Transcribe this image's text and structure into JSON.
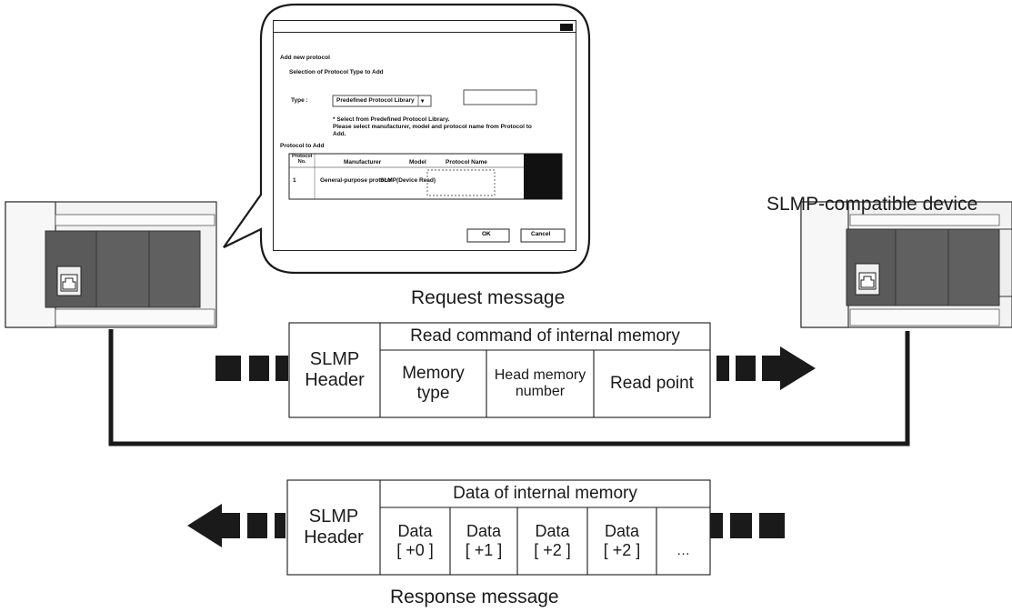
{
  "device_label": "SLMP-compatible device",
  "request": {
    "caption": "Request message",
    "header_label": "SLMP\nHeader",
    "group_title": "Read command of internal memory",
    "fields": [
      "Memory\ntype",
      "Head memory\nnumber",
      "Read point"
    ]
  },
  "response": {
    "caption": "Response message",
    "header_label": "SLMP\nHeader",
    "group_title": "Data of internal memory",
    "fields": [
      "Data\n[ +0 ]",
      "Data\n[ +1 ]",
      "Data\n[ +2 ]",
      "Data\n[ +2 ]",
      "…"
    ]
  },
  "dialog": {
    "title": "Add new protocol",
    "section_title": "Selection of Protocol Type to Add",
    "type_label": "Type :",
    "type_value": "Predefined Protocol Library",
    "hint": "* Select from Predefined Protocol Library.\nPlease select manufacturer, model and protocol name from Protocol to\nAdd.",
    "protocol_to_add_label": "Protocol to Add",
    "table_headers": [
      "Protocol\nNo.",
      "Manufacturer",
      "Model",
      "Protocol Name"
    ],
    "table_row": [
      "1",
      "General-purpose protocol",
      "SLMP(Device Read)",
      ""
    ],
    "ok_label": "OK",
    "cancel_label": "Cancel"
  },
  "colors": {
    "line": "#1a1a1a",
    "module_gray": "#606060",
    "module_dark": "#4f4f4f",
    "plc_body": "#f2f2f2"
  }
}
